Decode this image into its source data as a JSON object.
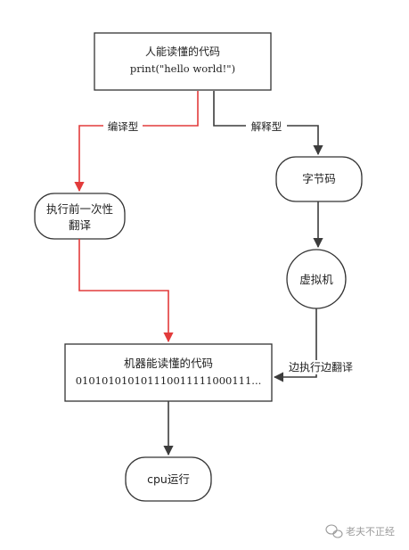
{
  "nodes": {
    "source_code": {
      "title": "人能读懂的代码",
      "code": "print(\"hello world!\")"
    },
    "bytecode": {
      "label": "字节码"
    },
    "precompile": {
      "line1": "执行前一次性",
      "line2": "翻译"
    },
    "vm": {
      "label": "虚拟机"
    },
    "machine_code": {
      "title": "机器能读懂的代码",
      "bits": "010101010101110011111000111..."
    },
    "cpu": {
      "label": "cpu运行"
    }
  },
  "edge_labels": {
    "compiled": "编译型",
    "interpreted": "解释型",
    "interpret_while_running": "边执行边翻译"
  },
  "watermark": {
    "text": "老夫不正经"
  },
  "colors": {
    "box_stroke": "#333333",
    "arrow_dark": "#3c3c3c",
    "arrow_red": "#e23b3b",
    "text": "#222222",
    "watermark": "#9a9a9a"
  }
}
